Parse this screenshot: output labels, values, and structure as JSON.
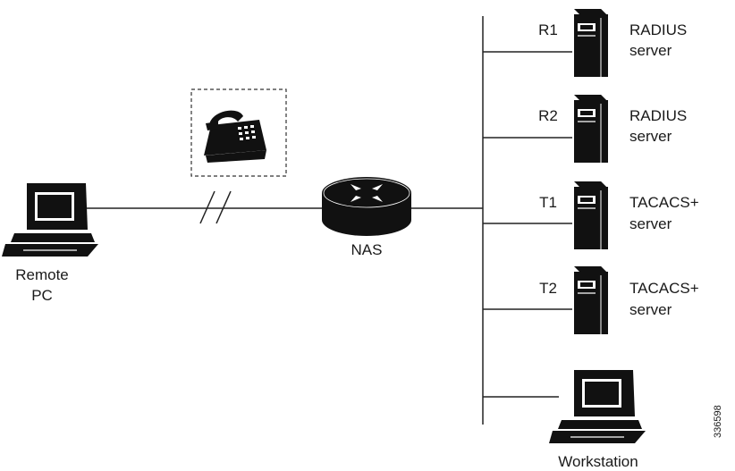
{
  "remote_pc": {
    "line1": "Remote",
    "line2": "PC"
  },
  "nas": {
    "label": "NAS"
  },
  "servers": [
    {
      "id": "R1",
      "type_line1": "RADIUS",
      "type_line2": "server"
    },
    {
      "id": "R2",
      "type_line1": "RADIUS",
      "type_line2": "server"
    },
    {
      "id": "T1",
      "type_line1": "TACACS+",
      "type_line2": "server"
    },
    {
      "id": "T2",
      "type_line1": "TACACS+",
      "type_line2": "server"
    }
  ],
  "workstation": {
    "label": "Workstation"
  },
  "figure_number": "336598",
  "icons": [
    "computer-icon",
    "telephone-icon",
    "router-icon",
    "server-tower-icon"
  ]
}
